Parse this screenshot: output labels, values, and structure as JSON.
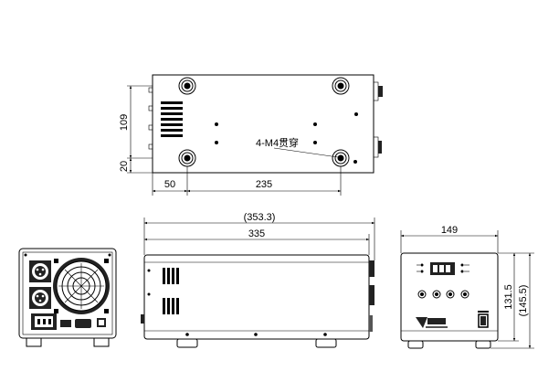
{
  "title": "",
  "views": {
    "top": {
      "dim_vertical_upper": "109",
      "dim_vertical_lower": "20",
      "dim_horizontal_left": "50",
      "dim_horizontal_right": "235",
      "callout": "4-M4贯穿"
    },
    "side": {
      "dim_overall_ref": "(353.3)",
      "dim_body": "335"
    },
    "front": {
      "dim_width": "149",
      "dim_height": "131.5",
      "dim_height_ref": "(145.5)"
    }
  }
}
